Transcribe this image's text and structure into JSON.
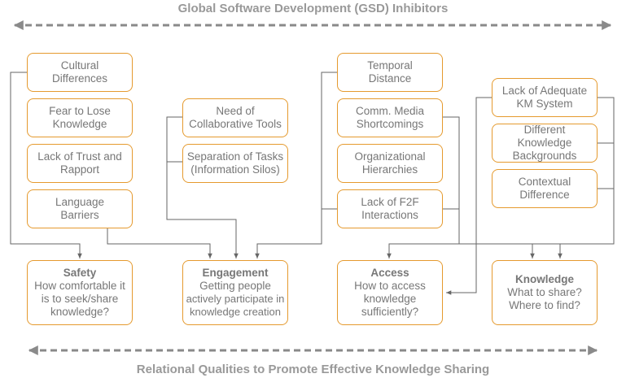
{
  "titles": {
    "top": "Global Software Development (GSD) Inhibitors",
    "bottom": "Relational Qualities to Promote Effective Knowledge Sharing"
  },
  "inhibitors": {
    "group1": [
      [
        "Cultural",
        "Differences"
      ],
      [
        "Fear to Lose",
        "Knowledge"
      ],
      [
        "Lack of Trust and",
        "Rapport"
      ],
      [
        "Language",
        "Barriers"
      ]
    ],
    "group2": [
      [
        "Need of",
        "Collaborative Tools"
      ],
      [
        "Separation of Tasks",
        "(Information Silos)"
      ]
    ],
    "group3": [
      [
        "Temporal",
        "Distance"
      ],
      [
        "Comm. Media",
        "Shortcomings"
      ],
      [
        "Organizational",
        "Hierarchies"
      ],
      [
        "Lack of F2F",
        "Interactions"
      ]
    ],
    "group4": [
      [
        "Lack of Adequate",
        "KM System"
      ],
      [
        "Different",
        "Knowledge",
        "Backgrounds"
      ],
      [
        "Contextual",
        "Difference"
      ]
    ]
  },
  "qualities": [
    {
      "name": "Safety",
      "desc": [
        "How comfortable it",
        "is to seek/share",
        "knowledge?"
      ]
    },
    {
      "name": "Engagement",
      "desc": [
        "Getting people",
        "actively participate in",
        "knowledge creation"
      ]
    },
    {
      "name": "Access",
      "desc": [
        "How to access",
        "knowledge",
        "sufficiently?"
      ]
    },
    {
      "name": "Knowledge",
      "desc": [
        "What to share?",
        "Where to find?"
      ]
    }
  ],
  "colors": {
    "box_border": "#E59A2E",
    "connector": "#666666",
    "arrow": "#8a8a8a",
    "text": "#777777"
  }
}
